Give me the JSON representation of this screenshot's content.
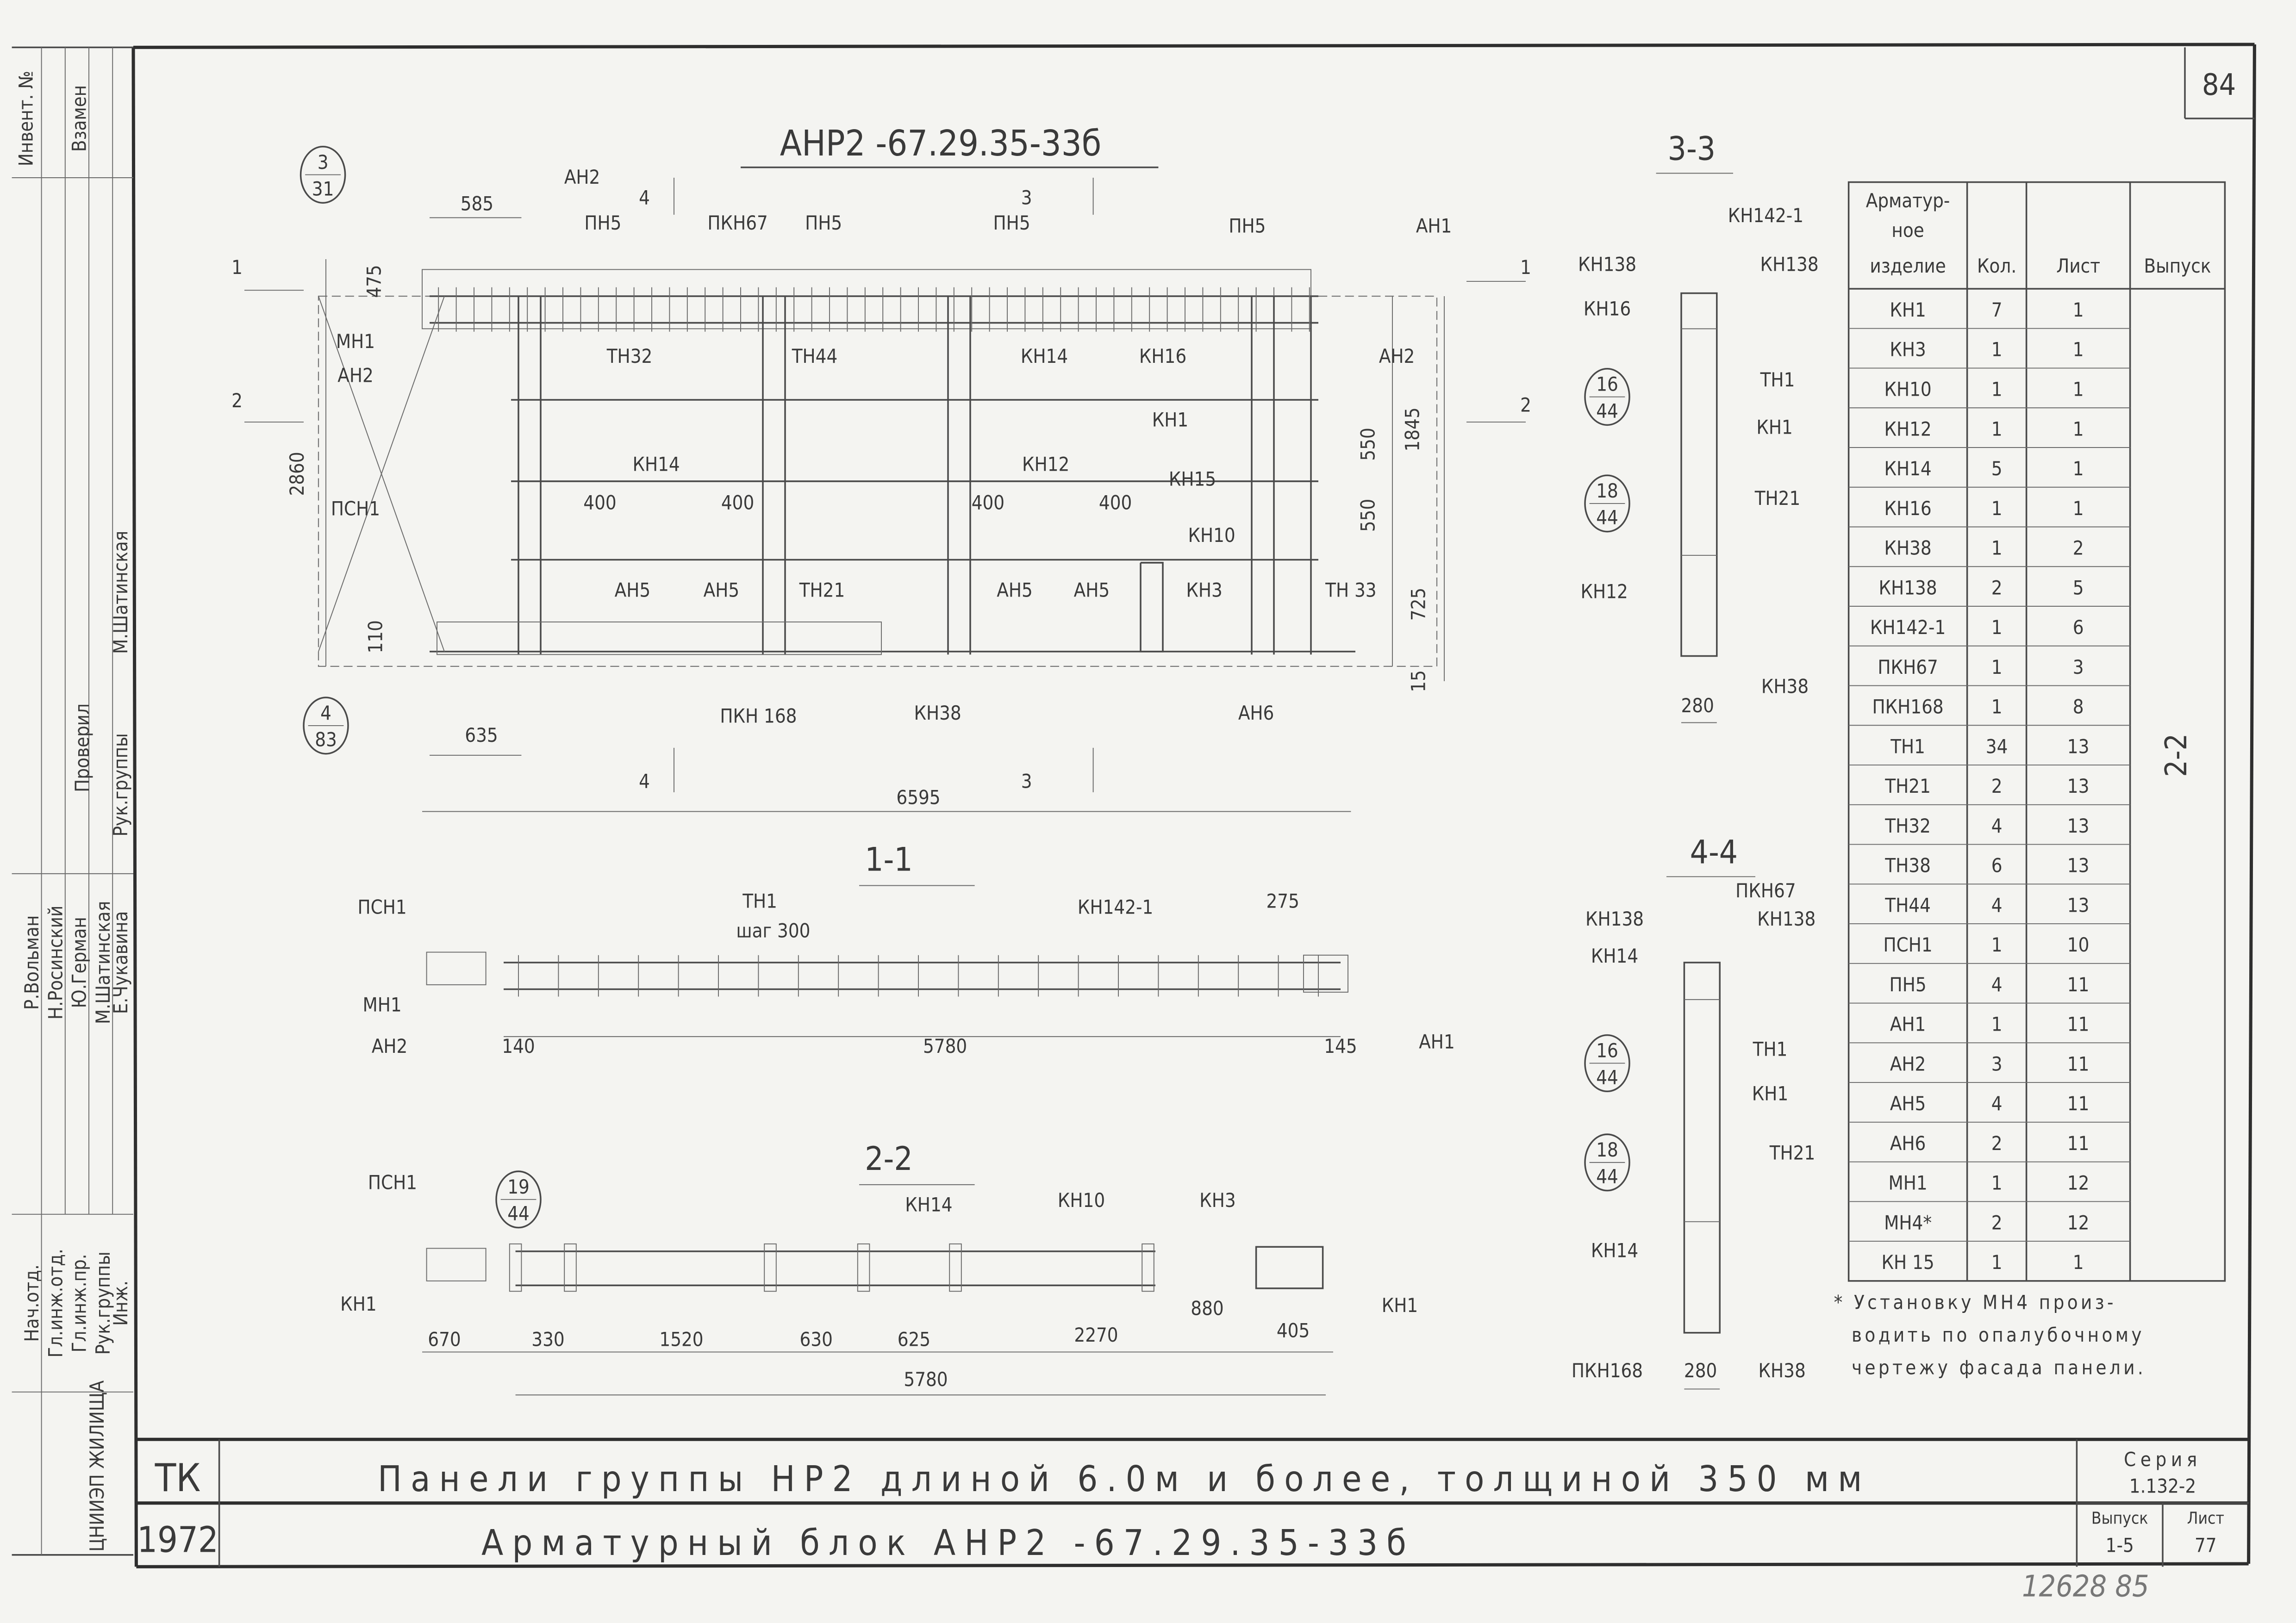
{
  "sheet_number_top": "84",
  "stamp": {
    "inventory_label": "Инвент. №",
    "replace_label": "Взамен",
    "org": "ЦНИИЭП ЖИЛИЩА",
    "checked_label": "Проверил",
    "roles": [
      "Нач.отд.",
      "Гл.инж.отд.",
      "Гл.инж.пр.",
      "Рук.группы",
      "Инж."
    ],
    "names": [
      "Р.Вольман",
      "Н.Росинский",
      "Ю.Герман",
      "М.Шатинская",
      "Е.Чукавина"
    ],
    "checker_role": "Рук.группы",
    "checker_name": "М.Шатинская"
  },
  "plan": {
    "title": "АНР2 -67.29.35-33б",
    "labels": [
      "585",
      "АН2",
      "ПН5",
      "ПКН67",
      "ПН5",
      "ПН5",
      "ПН5",
      "АН1",
      "475",
      "МН1",
      "АН2",
      "ТН32",
      "ТН44",
      "КН14",
      "КН16",
      "АН2",
      "2860",
      "1845",
      "КН1",
      "550",
      "550",
      "ПСН1",
      "КН14",
      "КН12",
      "КН15",
      "400",
      "400",
      "400",
      "400",
      "КН10",
      "725",
      "АН5",
      "АН5",
      "ТН21",
      "АН5",
      "АН5",
      "КН3",
      "ТН 33",
      "110",
      "15",
      "ПКН 168",
      "КН38",
      "АН6",
      "635",
      "6595"
    ],
    "section_marks": [
      "4",
      "3",
      "1",
      "1",
      "2",
      "2",
      "4",
      "3"
    ],
    "callouts": [
      {
        "top": "3",
        "bottom": "31"
      },
      {
        "top": "4",
        "bottom": "83"
      }
    ]
  },
  "section_1_1": {
    "title": "1-1",
    "labels": [
      "ПСН1",
      "ТН1",
      "шаг 300",
      "КН142-1",
      "275",
      "МН1",
      "АН2",
      "140",
      "5780",
      "145",
      "АН1"
    ]
  },
  "section_2_2": {
    "title": "2-2",
    "labels": [
      "ПСН1",
      "КН14",
      "КН10",
      "КН3",
      "КН1",
      "880",
      "КН1",
      "670",
      "330",
      "1520",
      "630",
      "625",
      "2270",
      "405",
      "5780"
    ],
    "callout": {
      "top": "19",
      "bottom": "44"
    }
  },
  "section_3_3": {
    "title": "3-3",
    "labels": [
      "КН142-1",
      "КН138",
      "КН138",
      "КН16",
      "ТН1",
      "КН1",
      "ТН21",
      "КН12",
      "КН38",
      "280"
    ],
    "callouts": [
      {
        "top": "16",
        "bottom": "44"
      },
      {
        "top": "18",
        "bottom": "44"
      }
    ]
  },
  "section_4_4": {
    "title": "4-4",
    "labels": [
      "ПКН67",
      "КН138",
      "КН138",
      "КН14",
      "ТН1",
      "КН1",
      "ТН21",
      "КН14",
      "ПКН168",
      "280",
      "КН38"
    ],
    "callouts": [
      {
        "top": "16",
        "bottom": "44"
      },
      {
        "top": "18",
        "bottom": "44"
      }
    ]
  },
  "spec_table": {
    "headers": {
      "item_1": "Арматур-",
      "item_2": "ное",
      "item_3": "изделие",
      "qty": "Кол.",
      "sheet": "Лист",
      "issue": "Выпуск"
    },
    "issue_value": "2-2",
    "rows": [
      {
        "item": "КН1",
        "qty": "7",
        "sheet": "1"
      },
      {
        "item": "КН3",
        "qty": "1",
        "sheet": "1"
      },
      {
        "item": "КН10",
        "qty": "1",
        "sheet": "1"
      },
      {
        "item": "КН12",
        "qty": "1",
        "sheet": "1"
      },
      {
        "item": "КН14",
        "qty": "5",
        "sheet": "1"
      },
      {
        "item": "КН16",
        "qty": "1",
        "sheet": "1"
      },
      {
        "item": "КН38",
        "qty": "1",
        "sheet": "2"
      },
      {
        "item": "КН138",
        "qty": "2",
        "sheet": "5"
      },
      {
        "item": "КН142-1",
        "qty": "1",
        "sheet": "6"
      },
      {
        "item": "ПКН67",
        "qty": "1",
        "sheet": "3"
      },
      {
        "item": "ПКН168",
        "qty": "1",
        "sheet": "8"
      },
      {
        "item": "ТН1",
        "qty": "34",
        "sheet": "13"
      },
      {
        "item": "ТН21",
        "qty": "2",
        "sheet": "13"
      },
      {
        "item": "ТН32",
        "qty": "4",
        "sheet": "13"
      },
      {
        "item": "ТН38",
        "qty": "6",
        "sheet": "13"
      },
      {
        "item": "ТН44",
        "qty": "4",
        "sheet": "13"
      },
      {
        "item": "ПСН1",
        "qty": "1",
        "sheet": "10"
      },
      {
        "item": "ПН5",
        "qty": "4",
        "sheet": "11"
      },
      {
        "item": "АН1",
        "qty": "1",
        "sheet": "11"
      },
      {
        "item": "АН2",
        "qty": "3",
        "sheet": "11"
      },
      {
        "item": "АН5",
        "qty": "4",
        "sheet": "11"
      },
      {
        "item": "АН6",
        "qty": "2",
        "sheet": "11"
      },
      {
        "item": "МН1",
        "qty": "1",
        "sheet": "12"
      },
      {
        "item": "МН4*",
        "qty": "2",
        "sheet": "12"
      },
      {
        "item": "КН 15",
        "qty": "1",
        "sheet": "1"
      }
    ],
    "note": [
      "* Установку МН4 произ-",
      "водить по опалубочному",
      "чертежу фасада панели."
    ]
  },
  "title_block": {
    "code": "ТК",
    "year": "1972",
    "title_line_1": "Панели группы НР2 длиной 6.0м и более, толщиной 350 мм",
    "title_line_2": "Арматурный   блок   АНР2  -67.29.35-33б",
    "series_label": "Серия",
    "series_value": "1.132-2",
    "issue_label": "Выпуск",
    "issue_value": "1-5",
    "sheet_label": "Лист",
    "sheet_value": "77"
  },
  "handwritten_number": "12628  85"
}
